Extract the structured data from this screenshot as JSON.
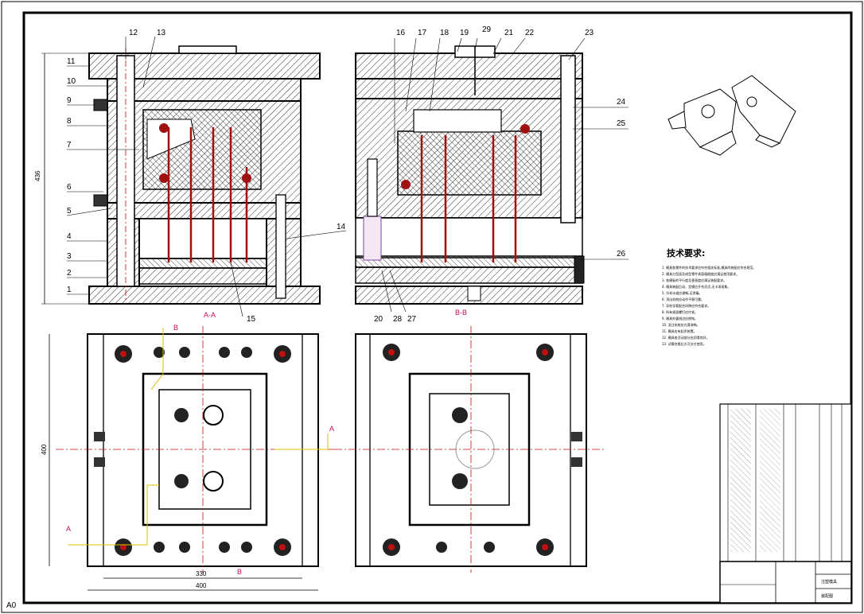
{
  "sheet": {
    "size_label": "A0"
  },
  "dimensions": {
    "left_view_height": "436",
    "plan_height": "400",
    "plan_inner_width": "330",
    "plan_outer_width": "400"
  },
  "section_labels": {
    "aa": "A-A",
    "bb": "B-B"
  },
  "callouts_left": [
    "1",
    "2",
    "3",
    "4",
    "5",
    "6",
    "7",
    "8",
    "9",
    "10",
    "11",
    "12",
    "13",
    "14",
    "15"
  ],
  "callouts_right": [
    "16",
    "17",
    "18",
    "19",
    "20",
    "21",
    "22",
    "23",
    "24",
    "25",
    "26",
    "27",
    "28",
    "29"
  ],
  "cut_letters": {
    "a": "A",
    "b": "B"
  },
  "tech_title": "技术要求:",
  "tech_lines": [
    "1. 模具各零件的技术要求应符合相关标准,模具的装配应符合规范。",
    "2. 模具分型面及成型零件表面粗糙度应满足使用要求。",
    "3. 各模板的平行度及垂直度应满足装配要求。",
    "4. 模具装配后动、定模应开合灵活,无卡滞现象。",
    "5. 冷却水道应通畅,无渗漏。",
    "6. 顶出机构应动作平稳可靠。",
    "7. 导柱导套配合间隙应符合要求。",
    "8. 所有紧固螺钉应拧紧。",
    "9. 模具外露锐边应倒钝。",
    "10. 浇注系统应光滑流畅。",
    "11. 模具应有起吊装置。",
    "12. 模具各活动部分应润滑良好。",
    "13. 试模合格后方可交付使用。"
  ],
  "title_block": {
    "name": "注塑模具",
    "drawing_no": "装配图"
  }
}
